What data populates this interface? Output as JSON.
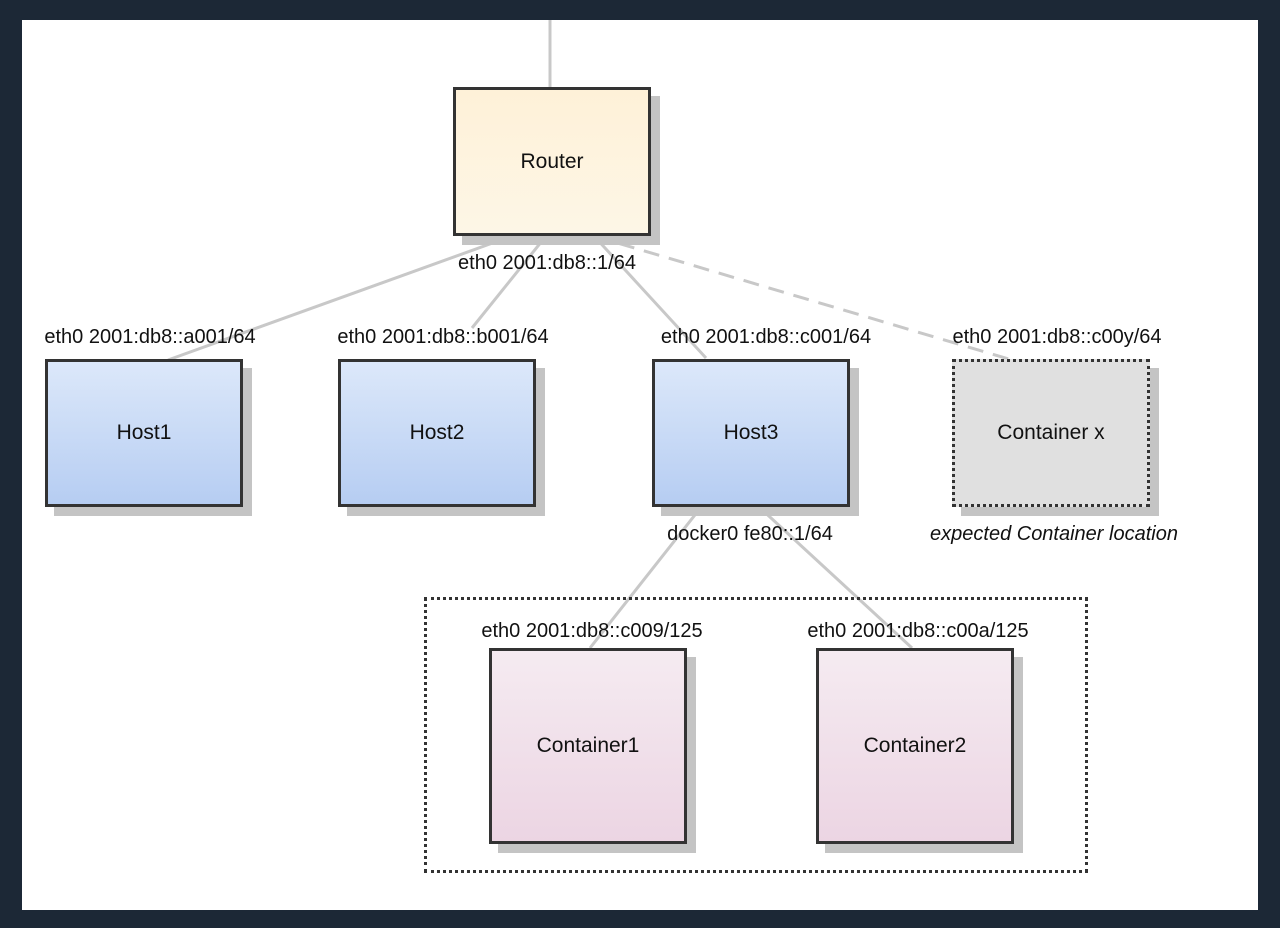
{
  "nodes": {
    "router": "Router",
    "host1": "Host1",
    "host2": "Host2",
    "host3": "Host3",
    "container_x": "Container x",
    "container1": "Container1",
    "container2": "Container2"
  },
  "interfaces": {
    "router_eth0": "eth0 2001:db8::1/64",
    "host1_eth0": "eth0 2001:db8::a001/64",
    "host2_eth0": "eth0 2001:db8::b001/64",
    "host3_eth0": "eth0 2001:db8::c001/64",
    "container_x_eth0": "eth0 2001:db8::c00y/64",
    "host3_docker0": "docker0 fe80::1/64",
    "container1_eth0": "eth0 2001:db8::c009/125",
    "container2_eth0": "eth0 2001:db8::c00a/125"
  },
  "notes": {
    "expected_location": "expected Container location"
  },
  "colors": {
    "router_fill": "#fdf6e6",
    "host_fill": "#c6d8f5",
    "container_fill": "#efdce8",
    "ghost_fill": "#e0e0e0"
  }
}
